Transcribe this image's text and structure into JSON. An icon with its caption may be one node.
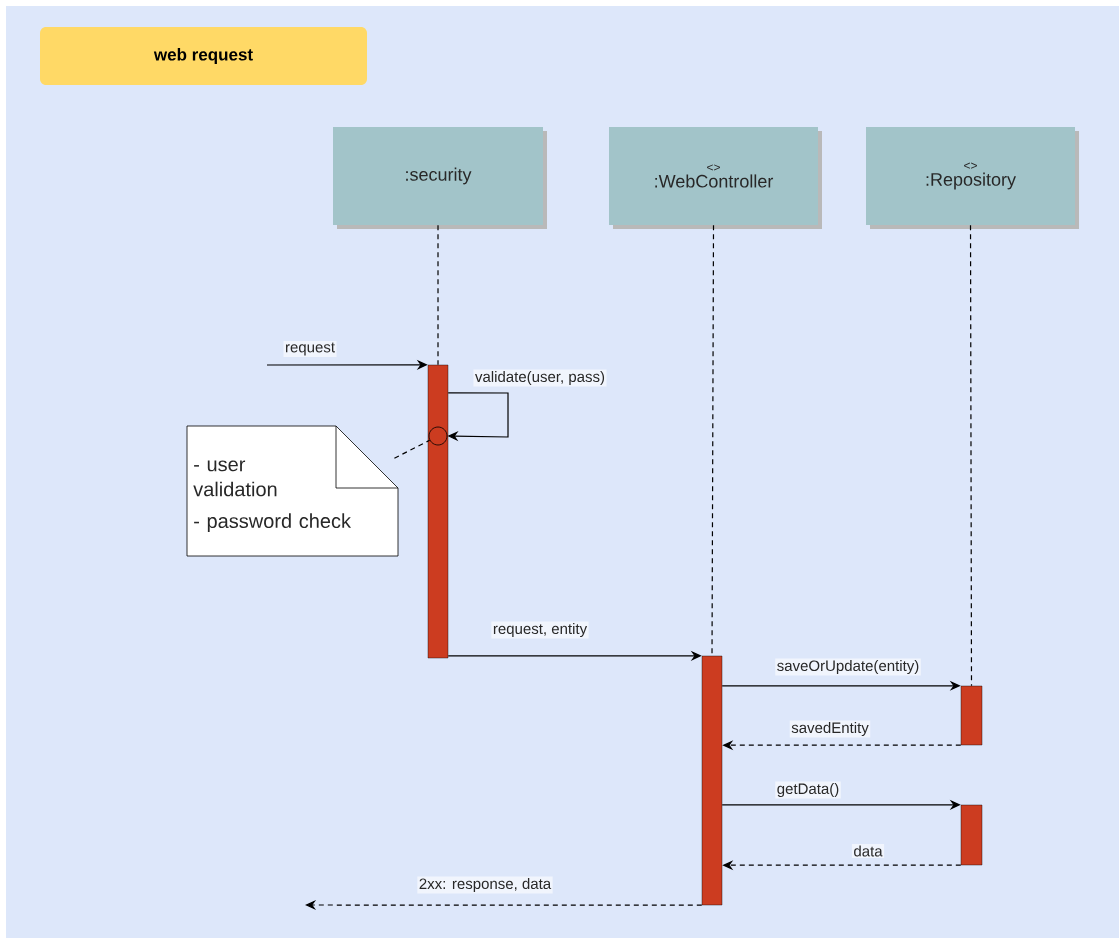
{
  "diagram": {
    "nodes": [
      {
        "text": [
          "web request"
        ]
      },
      {
        "text": [
          ":security"
        ]
      },
      {
        "text": [
          "<>",
          ":WebController"
        ]
      },
      {
        "text": [
          "<>",
          ":Repository"
        ]
      },
      {
        "text": [],
        "shape": "bar"
      },
      {
        "text": [],
        "shape": "bar"
      },
      {
        "text": [],
        "shape": "bar"
      },
      {
        "text": [],
        "shape": "bar"
      },
      {
        "text": [
          "- user validation",
          "- password check"
        ]
      },
      {
        "text": [],
        "shape": "circle",
        "in": 4
      }
    ],
    "edges": [
      {
        "from": null,
        "to": 4,
        "arrow": "to",
        "label": "request"
      },
      {
        "from": 4,
        "to": 9,
        "arrow": "to",
        "label": "validate(user, pass)"
      },
      {
        "from": 8,
        "to": 9,
        "arrow": "none",
        "style": "dashed"
      },
      {
        "from": 4,
        "to": 5,
        "arrow": "to",
        "label": "request, entity"
      },
      {
        "from": 5,
        "to": 6,
        "arrow": "to",
        "label": "saveOrUpdate(entity)"
      },
      {
        "from": 6,
        "to": 5,
        "arrow": "to",
        "label": "savedEntity",
        "style": "dashed"
      },
      {
        "from": 5,
        "to": 7,
        "arrow": "to",
        "label": "getData()"
      },
      {
        "from": 7,
        "to": 5,
        "arrow": "to",
        "label": "data",
        "style": "dashed"
      },
      {
        "from": 5,
        "to": null,
        "arrow": "to",
        "label": "2xx: response, data",
        "style": "dashed"
      },
      {
        "from": 1,
        "to": 4,
        "arrow": "none",
        "style": "dashed"
      },
      {
        "from": 2,
        "to": 5,
        "arrow": "none",
        "style": "dashed"
      },
      {
        "from": 3,
        "to": 6,
        "arrow": "none",
        "style": "dashed"
      }
    ]
  }
}
